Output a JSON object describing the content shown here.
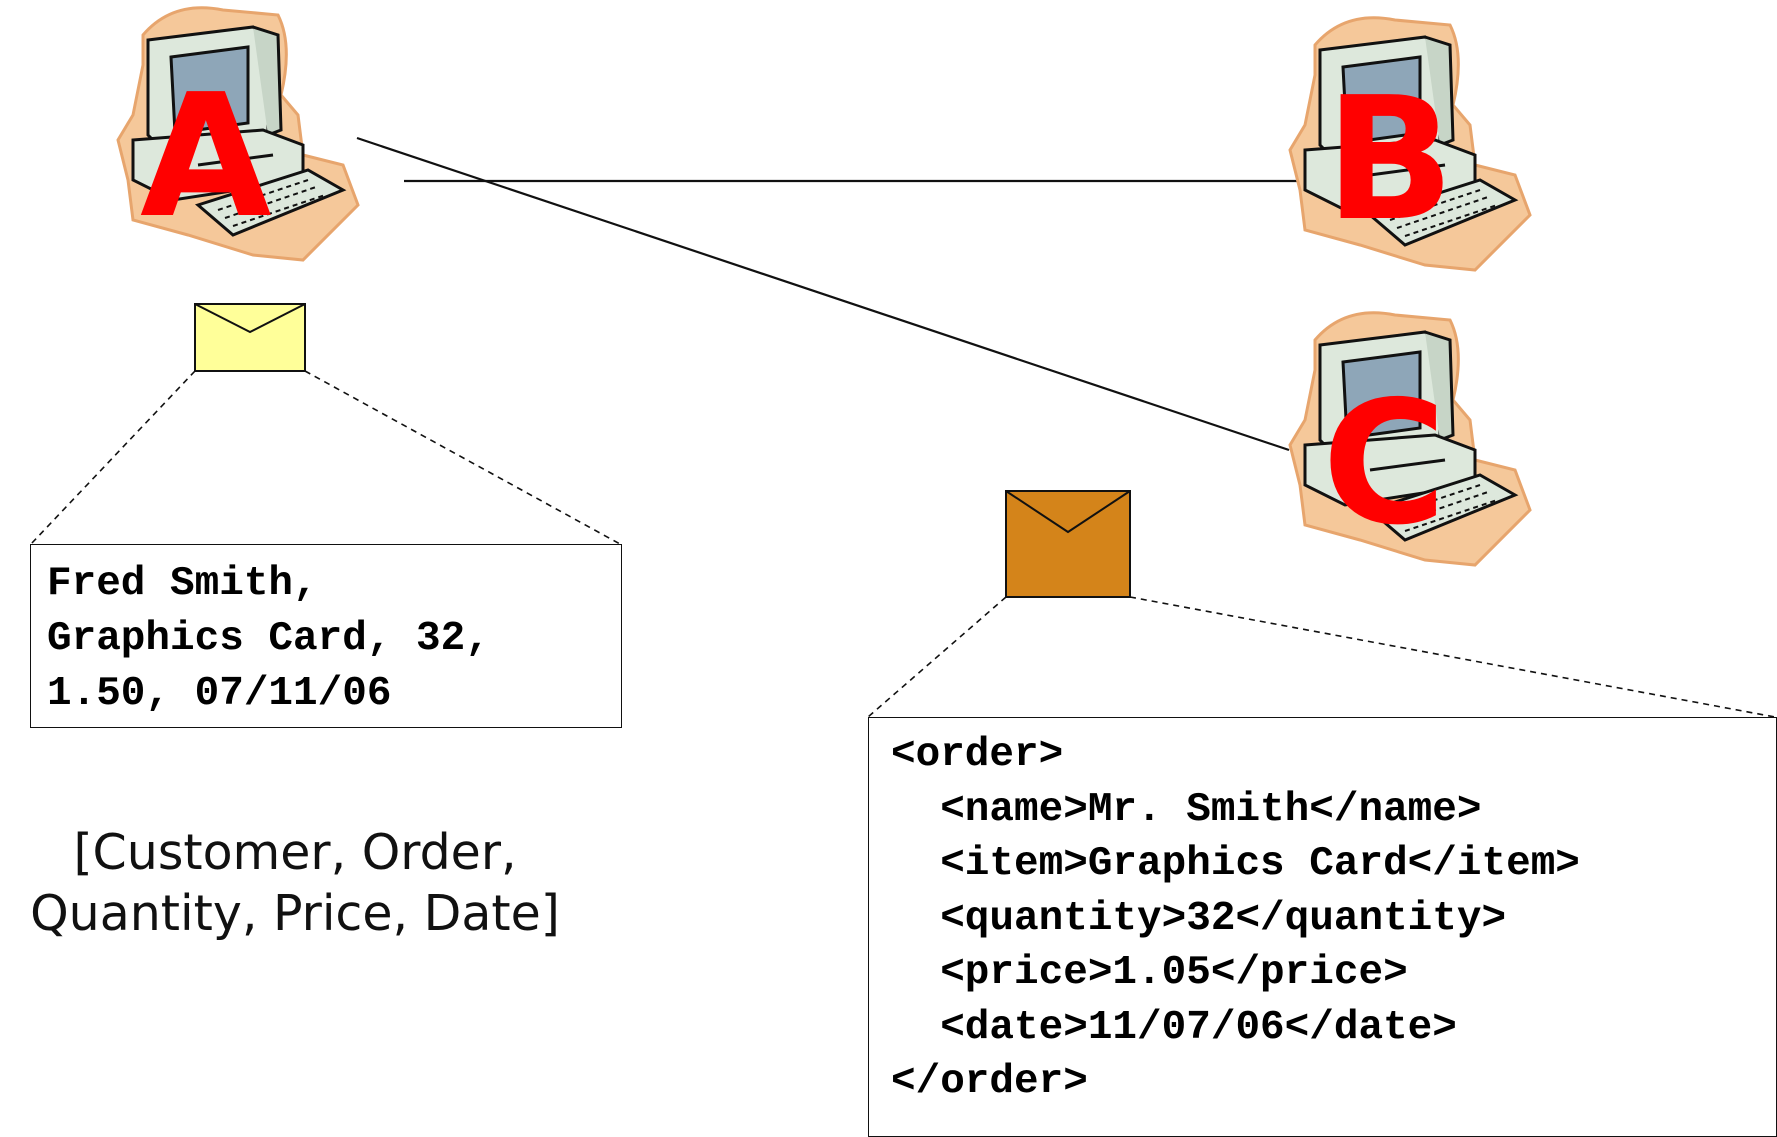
{
  "nodes": {
    "a": {
      "label": "A"
    },
    "b": {
      "label": "B"
    },
    "c": {
      "label": "C"
    }
  },
  "csv_message": {
    "lines": [
      "Fred Smith,",
      "Graphics Card, 32,",
      "1.50, 07/11/06"
    ]
  },
  "schema_caption": {
    "lines": [
      "[Customer, Order,",
      "Quantity, Price, Date]"
    ]
  },
  "xml_message": {
    "lines": [
      "<order>",
      "  <name>Mr. Smith</name>",
      "  <item>Graphics Card</item>",
      "  <quantity>32</quantity>",
      "  <price>1.05</price>",
      "  <date>11/07/06</date>",
      "</order>"
    ]
  },
  "colors": {
    "letter": "#ff0000",
    "envelope_csv": "#ffff99",
    "envelope_xml": "#d4841a",
    "computer_halo": "#f5c89a",
    "computer_body": "#dde8dc",
    "screen": "#8ea6b8"
  },
  "icons": {
    "computer": "desktop-computer-icon",
    "message": "envelope-icon"
  }
}
